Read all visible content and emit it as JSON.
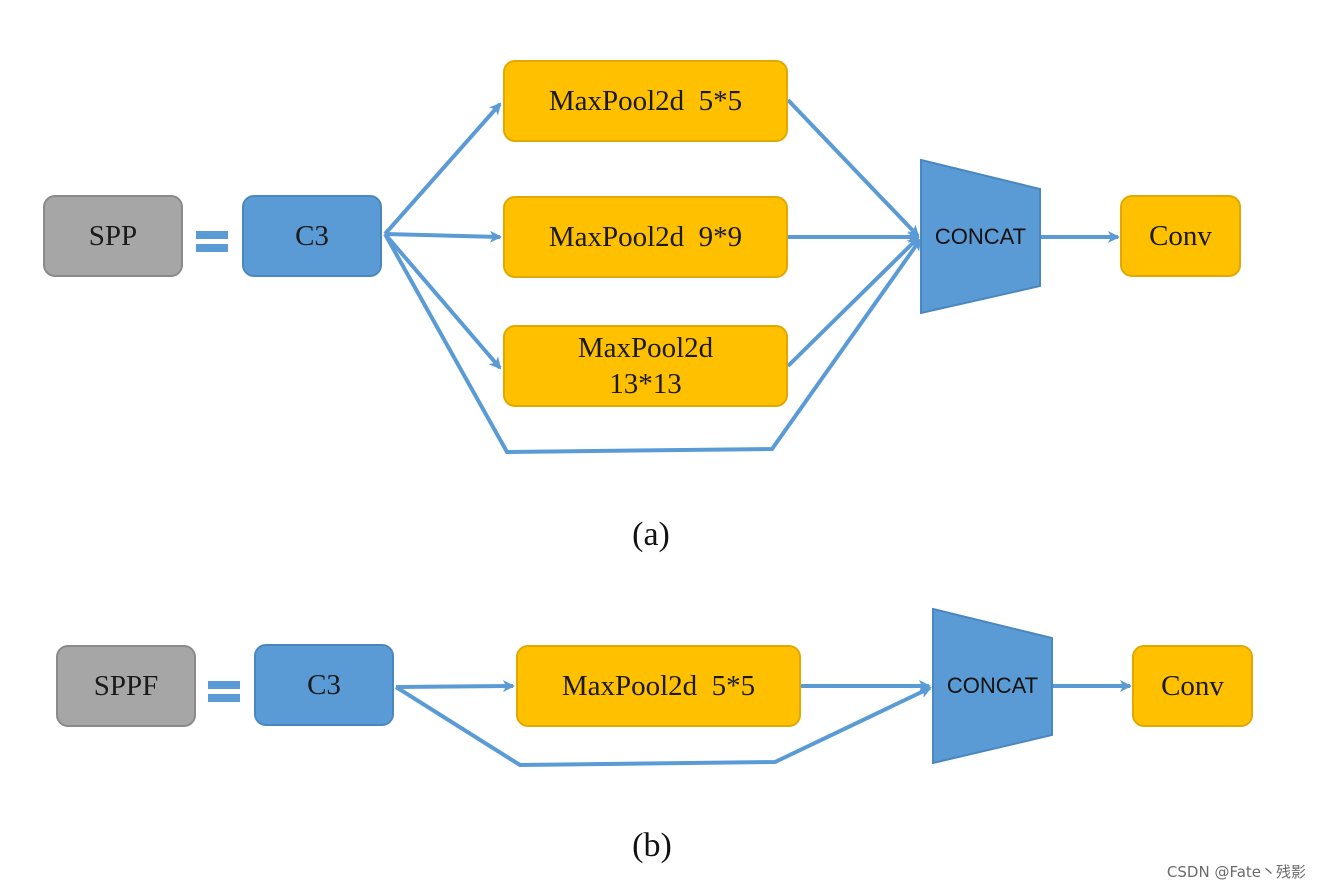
{
  "diagram_a": {
    "spp": "SPP",
    "c3": "C3",
    "pool1": "MaxPool2d  5*5",
    "pool2": "MaxPool2d  9*9",
    "pool3_line1": "MaxPool2d",
    "pool3_line2": "13*13",
    "concat": "CONCAT",
    "conv": "Conv",
    "caption": "(a)"
  },
  "diagram_b": {
    "sppf": "SPPF",
    "c3": "C3",
    "pool": "MaxPool2d  5*5",
    "concat": "CONCAT",
    "conv": "Conv",
    "caption": "(b)"
  },
  "colors": {
    "gray_block": "#a6a6a6",
    "blue_block": "#5b9bd5",
    "yellow_block": "#ffc000",
    "arrow": "#5b9bd5"
  },
  "watermark": "CSDN @Fate丶残影"
}
